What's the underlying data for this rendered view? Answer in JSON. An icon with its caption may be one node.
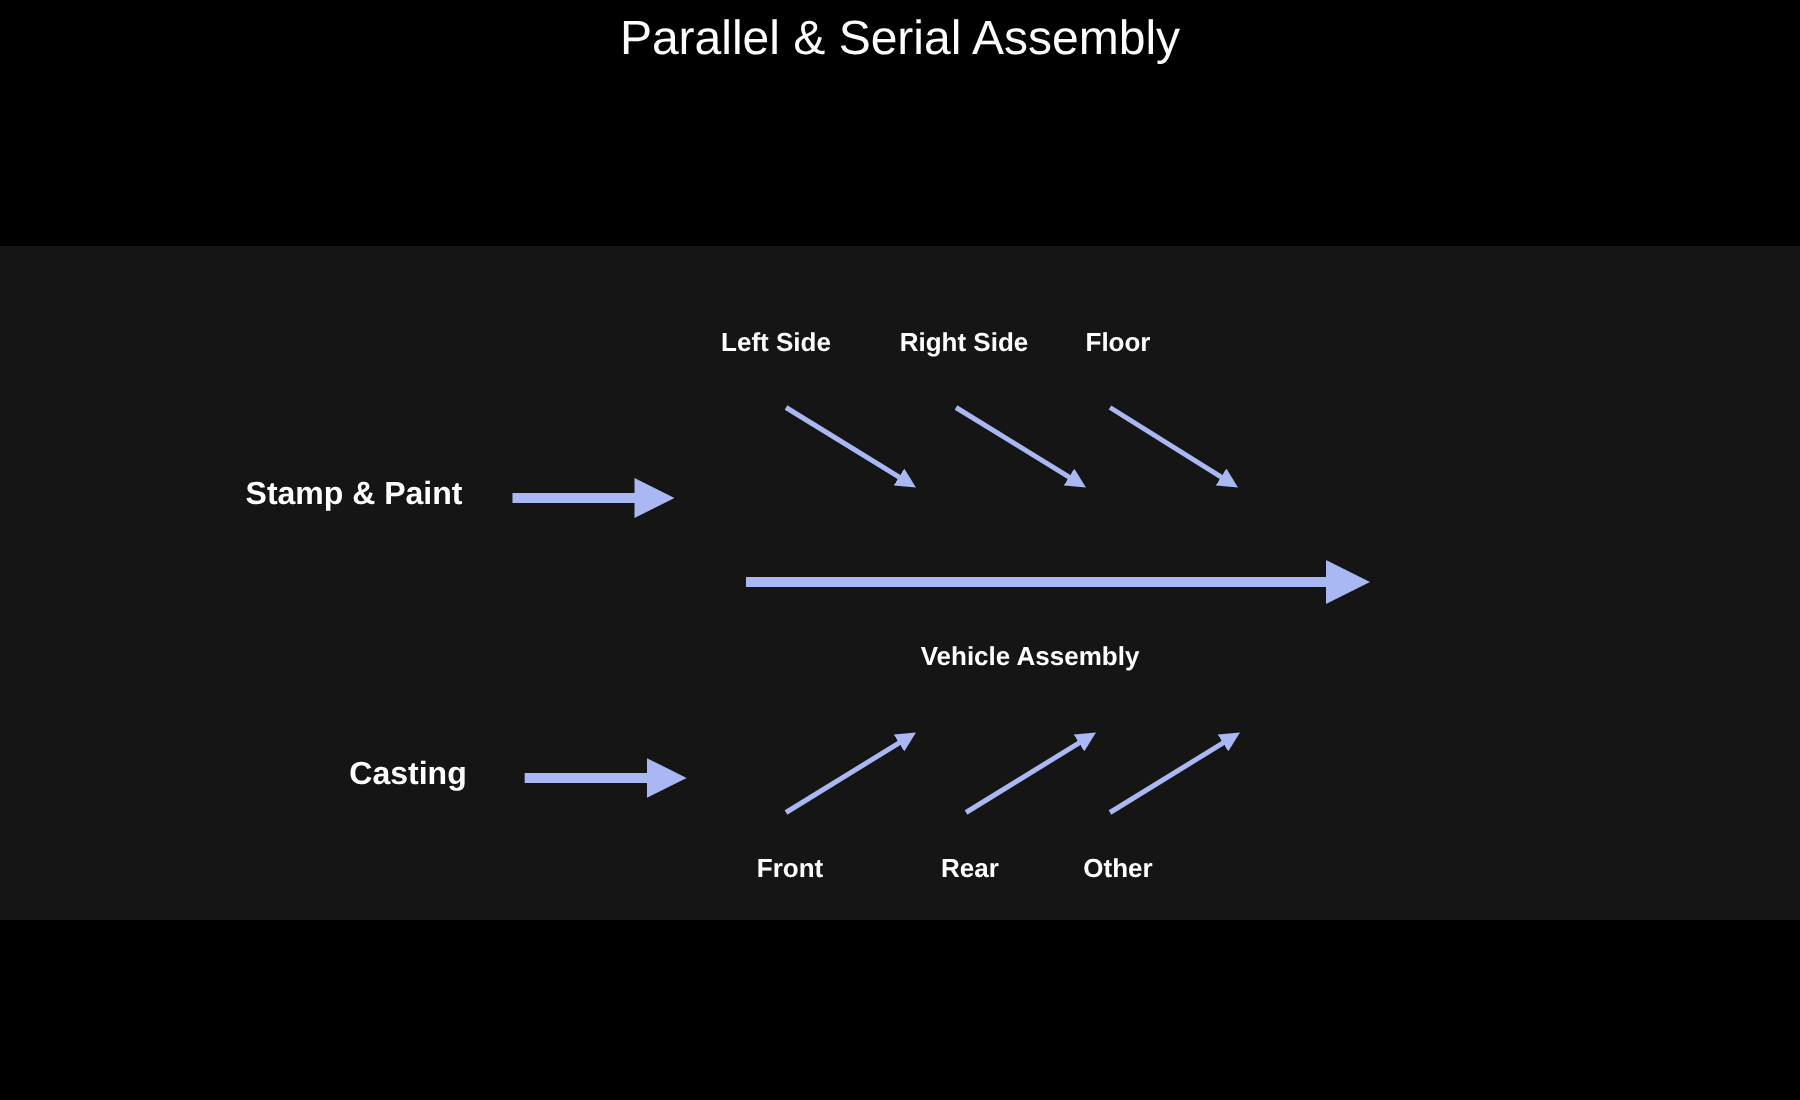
{
  "diagram": {
    "title": "Parallel & Serial Assembly",
    "nodes": [
      {
        "text": [
          "Left Side"
        ]
      },
      {
        "text": [
          "Right Side"
        ]
      },
      {
        "text": [
          "Floor"
        ]
      },
      {
        "text": [
          "Stamp & Paint"
        ]
      },
      {
        "text": [],
        "shape": "arrow",
        "beside": [
          "Vehicle Assembly"
        ]
      },
      {
        "text": [
          "Casting"
        ]
      },
      {
        "text": [
          "Front"
        ]
      },
      {
        "text": [
          "Rear"
        ]
      },
      {
        "text": [
          "Other"
        ]
      }
    ],
    "edges": [
      {
        "from": 3,
        "to": null,
        "arrow": "to",
        "style": "thick"
      },
      {
        "from": 0,
        "to": null,
        "arrow": "to"
      },
      {
        "from": 1,
        "to": null,
        "arrow": "to"
      },
      {
        "from": 2,
        "to": null,
        "arrow": "to"
      },
      {
        "from": 5,
        "to": null,
        "arrow": "to",
        "style": "thick"
      },
      {
        "from": 6,
        "to": null,
        "arrow": "to"
      },
      {
        "from": 7,
        "to": null,
        "arrow": "to"
      },
      {
        "from": 8,
        "to": null,
        "arrow": "to"
      }
    ]
  }
}
